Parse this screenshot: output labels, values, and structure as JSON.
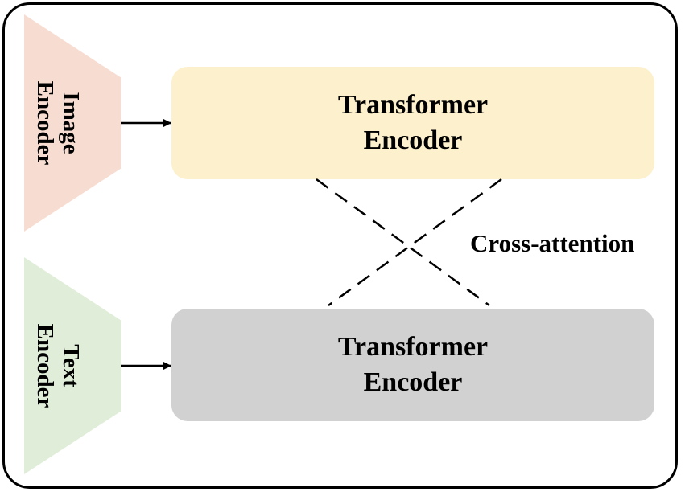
{
  "image_encoder": {
    "line1": "Image",
    "line2": "Encoder",
    "color": "#f7ddd1"
  },
  "text_encoder": {
    "line1": "Text",
    "line2": "Encoder",
    "color": "#e0eed9"
  },
  "transformer_top": {
    "line1": "Transformer",
    "line2": "Encoder",
    "color": "#fdf0cc"
  },
  "transformer_bottom": {
    "line1": "Transformer",
    "line2": "Encoder",
    "color": "#d2d1d1"
  },
  "cross_attention": {
    "label": "Cross-attention",
    "line_style": "dashed"
  },
  "arrows": {
    "icon": "right-arrow-icon"
  }
}
